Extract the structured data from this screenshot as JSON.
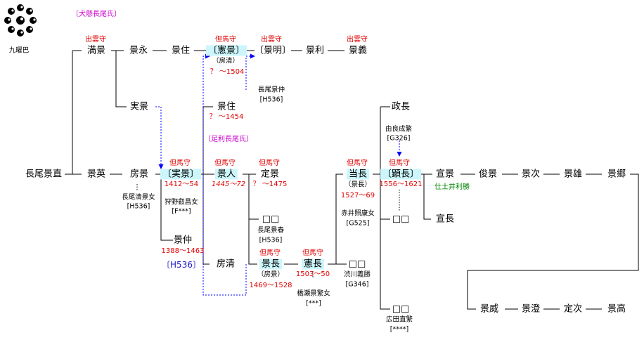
{
  "crest": {
    "label": "九曜巴"
  },
  "section_labels": {
    "inukake": "〔犬懸長尾氏〕",
    "ashikaga": "〔足利長尾氏〕"
  },
  "people": {
    "nagao_kagenao": "長尾景直",
    "kagehide": "景英",
    "fusakage": "房景",
    "mitsukage": "満景",
    "kagenaga_a": "景永",
    "kagesumi_a": "景住",
    "norikage_a": "〔憲景〕",
    "kageaki": "〔景明〕",
    "kagetoshi": "景利",
    "kageyoshi": "景義",
    "sanekage": "実景",
    "kagesumi_b": "景住",
    "sanekage_b": "〔実景〕",
    "kagehito": "景人",
    "sadakage": "定景",
    "kagenaka": "景仲",
    "fusakiyo": "房清",
    "unknown_a": "□□",
    "kagenaga_b": "景長",
    "norinaga": "憲長",
    "tomonaga": "当長",
    "akinaga": "〔顕長〕",
    "masanaga": "政長",
    "unknown_b": "□□",
    "unknown_c": "□□",
    "unknown_d": "□□",
    "nobukage": "宣景",
    "toshikage": "俊景",
    "kagetsugu": "景次",
    "kageo": "景雄",
    "kagesato": "景郷",
    "nobunaga": "宣長",
    "kagetakeshi": "景威",
    "kagezumi": "景澄",
    "sadatsugu": "定次",
    "kagetaka": "景高"
  },
  "titles": {
    "mitsukage": "出雲守",
    "norikage": "但馬守",
    "kageaki": "出雲守",
    "kageyoshi": "出雲守",
    "sanekage_b": "但馬守",
    "kagehito": "但馬守",
    "sadakage": "但馬守",
    "kagenaga_b": "但馬守",
    "norinaga": "但馬守",
    "tomonaga": "但馬守",
    "akinaga": "但馬守"
  },
  "dates": {
    "norikage": "？ ～1504",
    "kagesumi_b": "？ ～1454",
    "sanekage_b": "1412～54",
    "kagehito": "1445～72",
    "sadakage": "？ ～1475",
    "kagenaka": "1388～1463",
    "kagenaga_b": "1469～1528",
    "norinaga": "1503～50",
    "tomonaga": "1527～69",
    "akinaga": "1556～1621"
  },
  "notes": {
    "norikage_alias": "（房清）",
    "kagenaga_alias": "（房景）",
    "tomonaga_alias": "（景長）",
    "nagao_kagenaka": "長尾景仲",
    "h536_a": "[H536]",
    "nagao_kiyokage_wife": "長尾清景女",
    "h536_b": "[H536]",
    "kano_wife": "狩野叡昌女",
    "f_ref": "[F***]",
    "nagao_kageharu": "長尾景春",
    "h536_c": "[H536]",
    "yura_narishige": "由良成繁",
    "g326": "[G326]",
    "akai_wife": "赤井照康女",
    "g525": "[G525]",
    "shibukawa": "渋川義勝",
    "g346": "[G346]",
    "hashise_wife": "橋瀬景繁女",
    "star_ref": "[***]",
    "hirota": "広田直繁",
    "star_ref_b": "[****]",
    "tsuchii": "仕土井利勝",
    "h536_blue": "〔H536〕"
  }
}
